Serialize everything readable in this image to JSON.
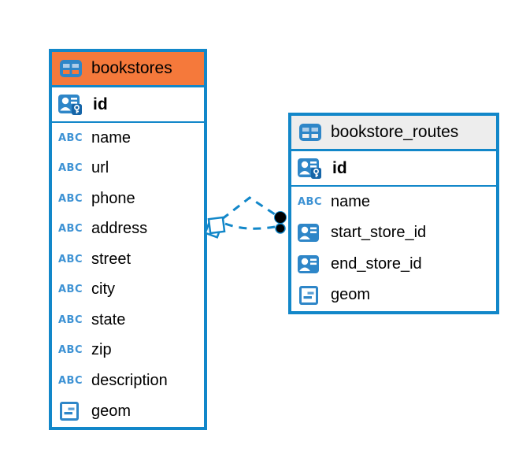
{
  "colors": {
    "accent_blue": "#1287c9",
    "selected_header_orange": "#f5793b",
    "header_gray": "#ededed",
    "icon_blue": "#2e86c8",
    "text": "#000000",
    "background": "#ffffff",
    "relationship_dot_black": "#000000"
  },
  "icons": {
    "text_type_glyph": "ABC"
  },
  "tables": [
    {
      "title": "bookstores",
      "header_variant": "orange-selected",
      "pk": {
        "name": "id"
      },
      "columns": [
        {
          "name": "name",
          "type": "text"
        },
        {
          "name": "url",
          "type": "text"
        },
        {
          "name": "phone",
          "type": "text"
        },
        {
          "name": "address",
          "type": "text"
        },
        {
          "name": "street",
          "type": "text"
        },
        {
          "name": "city",
          "type": "text"
        },
        {
          "name": "state",
          "type": "text"
        },
        {
          "name": "zip",
          "type": "text"
        },
        {
          "name": "description",
          "type": "text"
        },
        {
          "name": "geom",
          "type": "geometry"
        }
      ]
    },
    {
      "title": "bookstore_routes",
      "header_variant": "gray",
      "pk": {
        "name": "id"
      },
      "columns": [
        {
          "name": "name",
          "type": "text"
        },
        {
          "name": "start_store_id",
          "type": "reference"
        },
        {
          "name": "end_store_id",
          "type": "reference"
        },
        {
          "name": "geom",
          "type": "geometry"
        }
      ]
    }
  ],
  "relationships": [
    {
      "from_table": "bookstores",
      "to_table": "bookstore_routes",
      "line_style": "dashed",
      "source_marker": "diamond",
      "target_marker": "black-dot"
    },
    {
      "from_table": "bookstores",
      "to_table": "bookstore_routes",
      "line_style": "dashed",
      "source_marker": "diamond",
      "target_marker": "black-dot"
    }
  ]
}
